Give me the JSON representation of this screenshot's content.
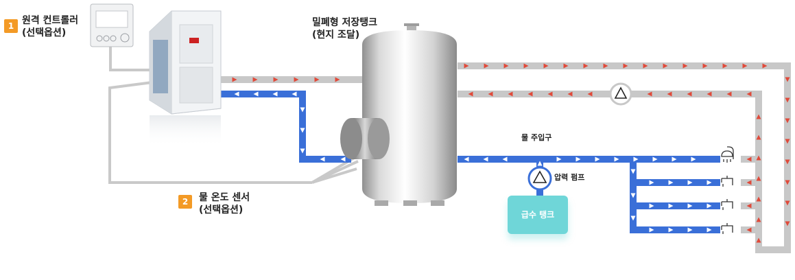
{
  "labels": {
    "remote_controller": {
      "badge": "1",
      "line1": "원격 컨트롤러",
      "line2": "(선택옵션)"
    },
    "storage_tank": {
      "line1": "밀폐형 저장탱크",
      "line2": "(현지 조달)"
    },
    "water_temp_sensor": {
      "badge": "2",
      "line1": "물 온도 센서",
      "line2": "(선택옵션)"
    },
    "water_inlet": "물 주입구",
    "pressure_pump": "압력 펌프",
    "supply_tank": "급수 탱크"
  },
  "colors": {
    "hot_pipe": "#c8c8c8",
    "cold_pipe": "#3a6fd8",
    "arrow_hot": "#e04a3a",
    "arrow_cold": "#ffffff",
    "badge": "#f39a26",
    "supply_tank": "#6fd6d8"
  },
  "icons": [
    "remote-controller-icon",
    "heat-pump-unit-icon",
    "storage-tank-icon",
    "pump-icon",
    "shower-icon",
    "faucet-icon",
    "sensor-icon"
  ]
}
